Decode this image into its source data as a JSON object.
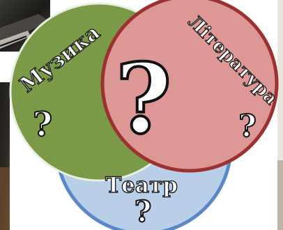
{
  "diagram": {
    "circles": [
      {
        "label": "Театр",
        "fill": "#b9cfe7",
        "stroke": "#5a88c6"
      },
      {
        "label": "Музика",
        "fill": "#7b9a48",
        "stroke": "#e9efe0"
      },
      {
        "label": "Література",
        "fill": "#dd9895",
        "stroke": "#9b3231"
      }
    ],
    "center_mark": "?",
    "small_mark": "?"
  },
  "colors": {
    "background": "#ffffff",
    "photo_dark": "#2d2b27",
    "photo_warm": "#5c4632"
  }
}
